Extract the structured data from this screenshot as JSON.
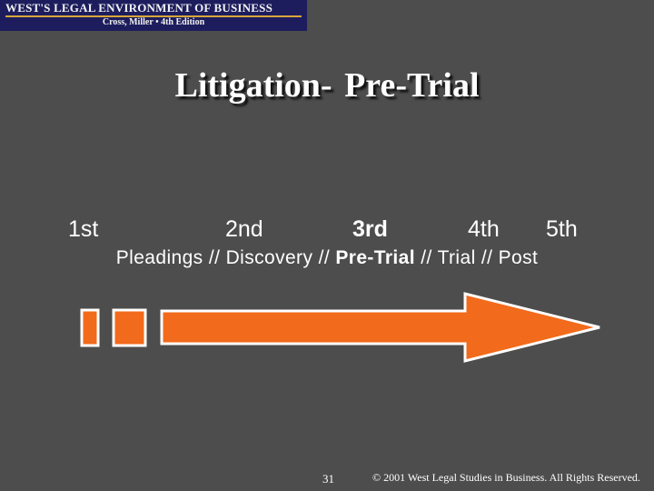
{
  "header": {
    "title": "WEST'S LEGAL ENVIRONMENT OF BUSINESS",
    "subtitle": "Cross, Miller • 4th Edition"
  },
  "slide": {
    "title": "Litigation-  Pre-Trial",
    "ordinals": [
      "1st",
      "2nd",
      "3rd",
      "4th",
      "5th"
    ],
    "stages": [
      "Pleadings",
      "Discovery",
      "Pre-Trial",
      "Trial",
      "Post"
    ],
    "separator": "//",
    "current_stage_index": 2
  },
  "footer": {
    "page_number": "31",
    "copyright": "© 2001  West Legal Studies in Business. All Rights Reserved."
  },
  "colors": {
    "background": "#4d4d4d",
    "accent_orange": "#f26a1b",
    "outline": "#ffffff",
    "banner": "#1d1d5e"
  }
}
